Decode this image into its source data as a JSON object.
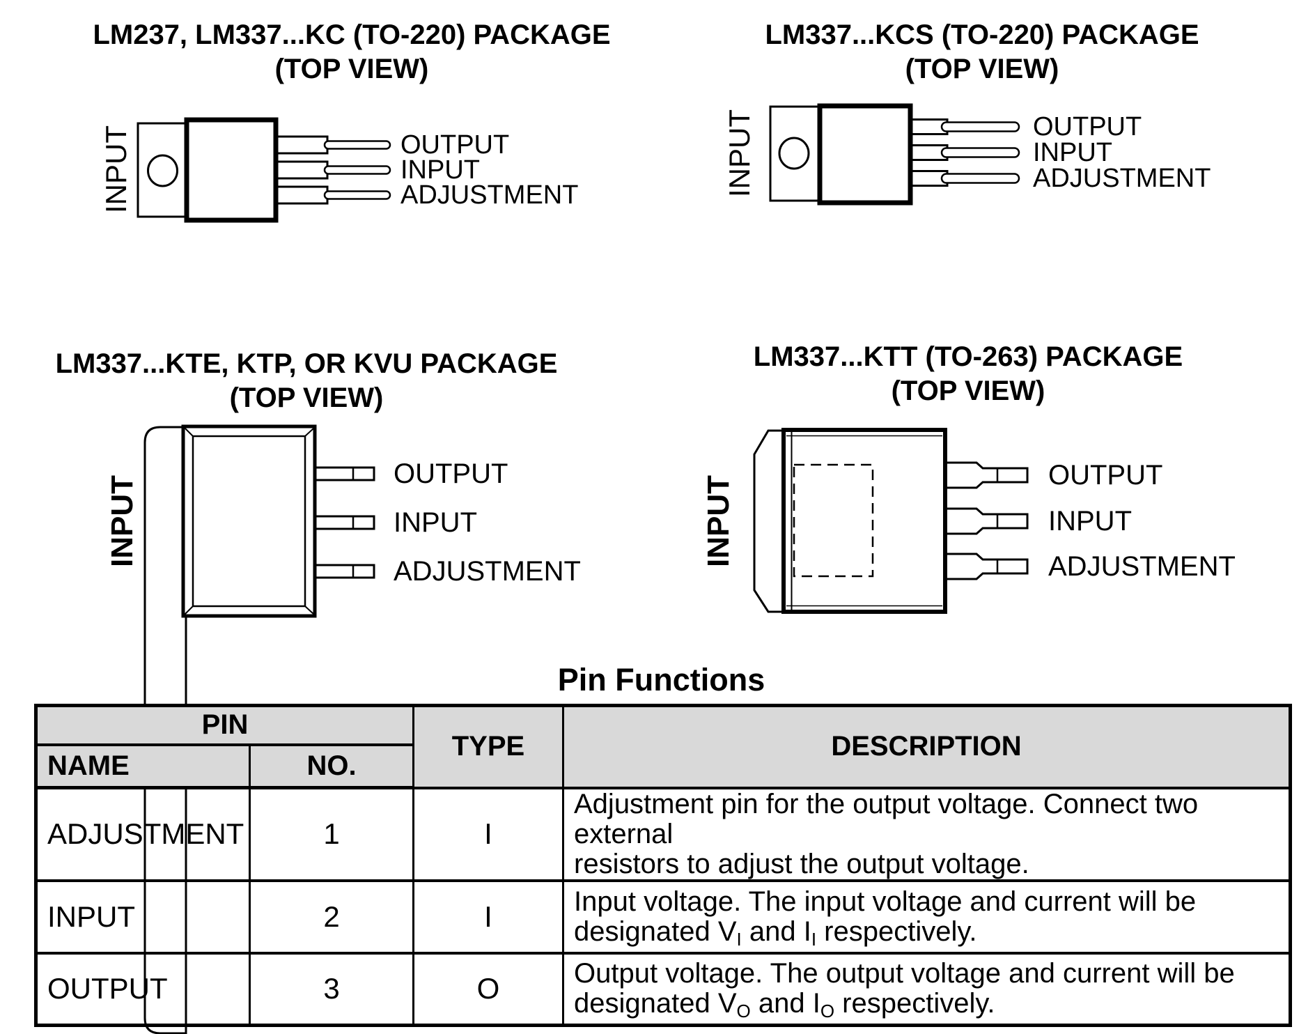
{
  "page": {
    "background": "#ffffff",
    "text_color": "#000000",
    "table_header_bg": "#d9d9d9"
  },
  "packages": [
    {
      "id": "kc",
      "title_line1": "LM237, LM337...KC (TO-220) PACKAGE",
      "title_line2": "(TOP VIEW)",
      "side_label": "INPUT",
      "pin_labels": [
        "OUTPUT",
        "INPUT",
        "ADJUSTMENT"
      ]
    },
    {
      "id": "kcs",
      "title_line1": "LM337...KCS (TO-220) PACKAGE",
      "title_line2": "(TOP VIEW)",
      "side_label": "INPUT",
      "pin_labels": [
        "OUTPUT",
        "INPUT",
        "ADJUSTMENT"
      ]
    },
    {
      "id": "kte",
      "title_line1": "LM337...KTE, KTP, OR KVU PACKAGE",
      "title_line2": "(TOP VIEW)",
      "side_label": "INPUT",
      "pin_labels": [
        "OUTPUT",
        "INPUT",
        "ADJUSTMENT"
      ]
    },
    {
      "id": "ktt",
      "title_line1": "LM337...KTT (TO-263) PACKAGE",
      "title_line2": "(TOP VIEW)",
      "side_label": "INPUT",
      "pin_labels": [
        "OUTPUT",
        "INPUT",
        "ADJUSTMENT"
      ]
    }
  ],
  "pin_functions": {
    "title": "Pin Functions",
    "headers": {
      "pin": "PIN",
      "name": "NAME",
      "no": "NO.",
      "type": "TYPE",
      "description": "DESCRIPTION"
    },
    "rows": [
      {
        "name": "ADJUSTMENT",
        "no": "1",
        "type": "I",
        "description": [
          {
            "t": "Adjustment pin for the output voltage. Connect two external"
          },
          {
            "br": true
          },
          {
            "t": "resistors to adjust the output voltage."
          }
        ]
      },
      {
        "name": "INPUT",
        "no": "2",
        "type": "I",
        "description": [
          {
            "t": "Input voltage. The input voltage and current will be"
          },
          {
            "br": true
          },
          {
            "t": "designated V"
          },
          {
            "t": "I",
            "sub": true
          },
          {
            "t": " and I"
          },
          {
            "t": "I",
            "sub": true
          },
          {
            "t": " respectively."
          }
        ]
      },
      {
        "name": "OUTPUT",
        "no": "3",
        "type": "O",
        "description": [
          {
            "t": "Output voltage. The output voltage and current will be"
          },
          {
            "br": true
          },
          {
            "t": "designated V"
          },
          {
            "t": "O",
            "sub": true
          },
          {
            "t": " and I"
          },
          {
            "t": "O",
            "sub": true
          },
          {
            "t": " respectively."
          }
        ]
      }
    ]
  }
}
